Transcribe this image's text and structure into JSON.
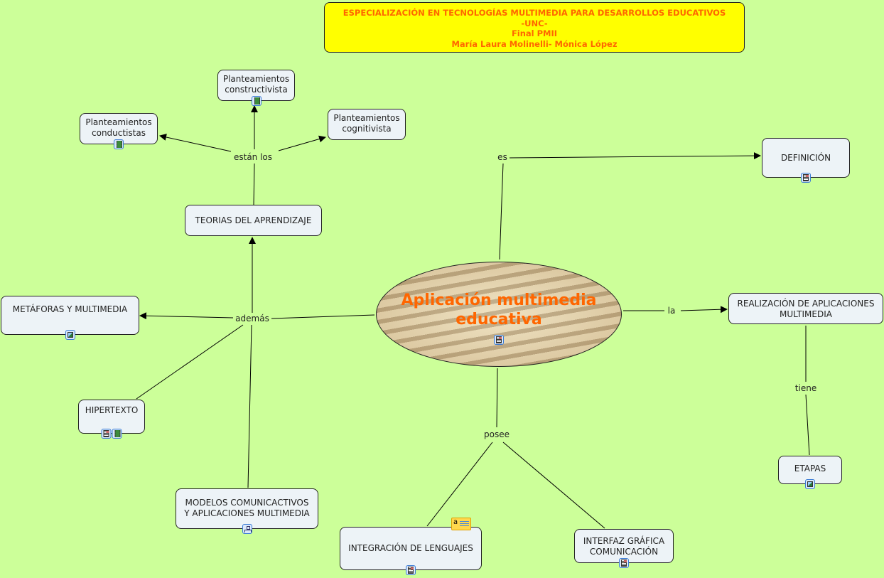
{
  "header": {
    "lines": [
      "ESPECIALIZACIÓN EN TECNOLOGÍAS MULTIMEDIA PARA DESARROLLOS EDUCATIVOS",
      "-UNC-",
      "Final PMII",
      "María Laura Molinelli- Mónica López"
    ]
  },
  "colors": {
    "background": "#ccff99",
    "header_bg": "#ffff00",
    "accent": "#ff6600",
    "node_bg": "#edf3f7"
  },
  "central": {
    "label": "Aplicación multimedia\neducativa",
    "icons": [
      "document-icon"
    ]
  },
  "nodes": {
    "constructivista": {
      "label": "Planteamientos\nconstructivista",
      "icons": [
        "film-icon"
      ]
    },
    "conductistas": {
      "label": "Planteamientos\nconductistas",
      "icons": [
        "film-icon"
      ]
    },
    "cognitivista": {
      "label": "Planteamientos\ncognitivista",
      "icons": []
    },
    "teorias": {
      "label": "TEORIAS DEL APRENDIZAJE",
      "icons": []
    },
    "metaforas": {
      "label": "METÁFORAS Y MULTIMEDIA",
      "icons": [
        "image-icon"
      ]
    },
    "hipertexto": {
      "label": "HIPERTEXTO",
      "icons": [
        "document-icon",
        "film-icon"
      ]
    },
    "modelos": {
      "label": "MODELOS COMUNICACTIVOS\nY APLICACIONES MULTIMEDIA",
      "icons": [
        "concept-map-icon"
      ]
    },
    "integracion": {
      "label": "INTEGRACIÓN DE LENGUAJES",
      "icons": [
        "document-icon",
        "note-icon"
      ]
    },
    "interfaz": {
      "label": "INTERFAZ GRÁFICA\nCOMUNICACIÓN",
      "icons": [
        "document-icon"
      ]
    },
    "definicion": {
      "label": "DEFINICIÓN",
      "icons": [
        "document-icon"
      ]
    },
    "realizacion": {
      "label": "REALIZACIÓN DE APLICACIONES\nMULTIMEDIA",
      "icons": []
    },
    "etapas": {
      "label": "ETAPAS",
      "icons": [
        "image-icon"
      ]
    }
  },
  "link_phrases": {
    "estan_los": "están los",
    "ademas": "además",
    "es": "es",
    "la": "la",
    "tiene": "tiene",
    "posee": "posee"
  }
}
